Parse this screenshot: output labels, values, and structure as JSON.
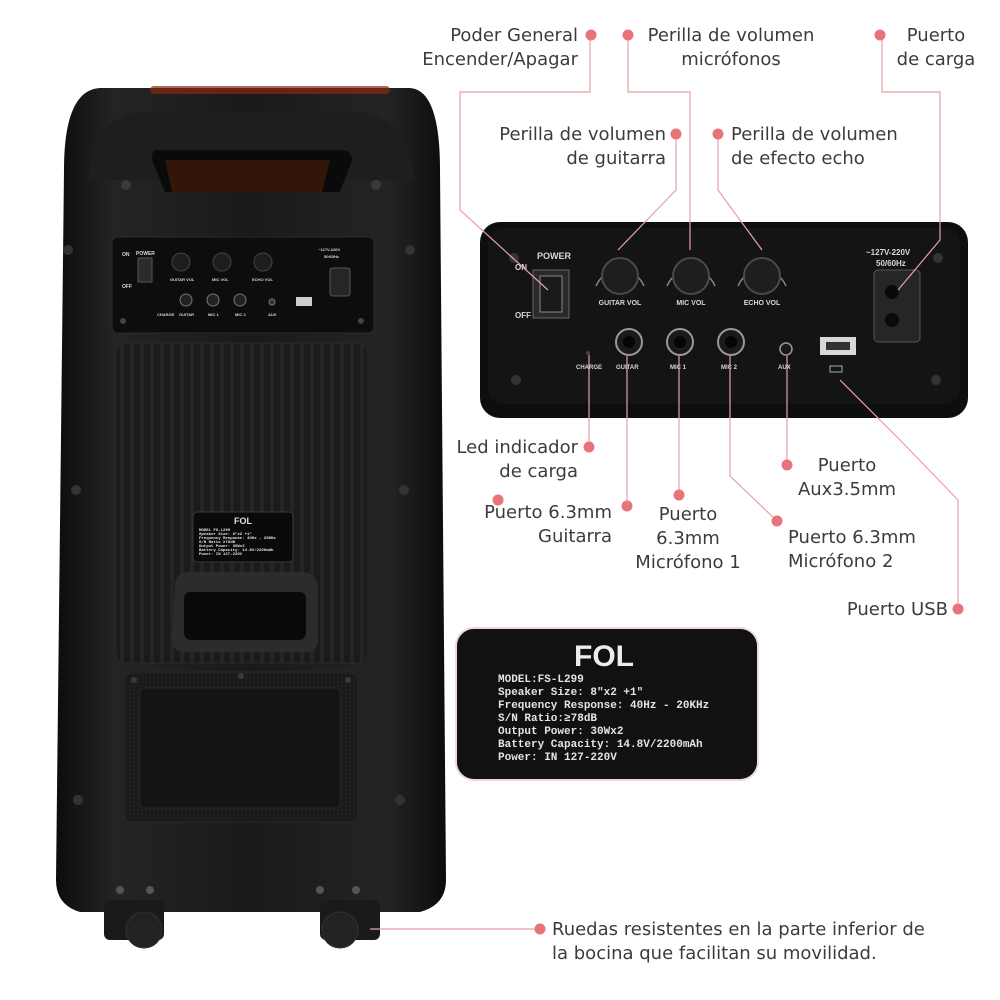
{
  "callouts": {
    "power": {
      "line1": "Poder General",
      "line2": "Encender/Apagar"
    },
    "mic_vol": {
      "line1": "Perilla de volumen",
      "line2": "micrófonos"
    },
    "charge_port": {
      "line1": "Puerto",
      "line2": "de carga"
    },
    "guitar_vol": {
      "line1": "Perilla de volumen",
      "line2": "de guitarra"
    },
    "echo_vol": {
      "line1": "Perilla de volumen",
      "line2": "de efecto echo"
    },
    "led": {
      "line1": "Led indicador",
      "line2": "de carga"
    },
    "aux": {
      "line1": "Puerto",
      "line2": "Aux3.5mm"
    },
    "guitar_port": {
      "line1": "Puerto 6.3mm",
      "line2": "Guitarra"
    },
    "mic1": {
      "line1": "Puerto",
      "line2": "6.3mm",
      "line3": "Micrófono 1"
    },
    "mic2": {
      "line1": "Puerto 6.3mm",
      "line2": "Micrófono 2"
    },
    "usb": {
      "line1": "Puerto USB"
    },
    "wheels": {
      "line1": "Ruedas resistentes en la parte inferior de",
      "line2": "la bocina que facilitan su movilidad."
    }
  },
  "panel": {
    "on": "ON",
    "off": "OFF",
    "power": "POWER",
    "guitar_vol": "GUITAR VOL",
    "mic_vol": "MIC VOL",
    "echo_vol": "ECHO VOL",
    "voltage": "~127V-220V",
    "freq": "50/60Hz",
    "charge": "CHARGE",
    "guitar": "GUITAR",
    "mic1": "MIC 1",
    "mic2": "MIC 2",
    "aux": "AUX"
  },
  "small_panel": {
    "on": "ON",
    "off": "OFF",
    "power": "POWER",
    "guitar_vol": "GUITAR VOL",
    "mic_vol": "MIC VOL",
    "echo_vol": "ECHO VOL",
    "voltage": "~127V-220V",
    "freq": "50/60Hz",
    "charge": "CHARGE",
    "guitar": "GUITAR",
    "mic1": "MIC 1",
    "mic2": "MIC 2",
    "aux": "AUX"
  },
  "nameplate": {
    "brand": "FOL",
    "lines": [
      "MODEL:FS-L299",
      "Speaker Size: 8\"x2 +1\"",
      "Frequency Response: 40Hz - 20KHz",
      "S/N Ratio:≥78dB",
      "Output Power: 30Wx2",
      "Battery Capacity: 14.8V/2200mAh",
      "Power: IN 127-220V"
    ]
  },
  "small_nameplate": {
    "brand": "FOL",
    "lines": [
      "MODEL FS-L299",
      "Speaker Size: 8\"x2 +1\"",
      "Frequency Response: 40Hz - 20KHz",
      "S/N Ratio ≥78dB",
      "Output Power: 30Wx2",
      "Battery Capacity: 14.8V/2200mAh",
      "Power: IN 127-220V"
    ]
  },
  "colors": {
    "accent": "#e8737b",
    "line": "#e8a0a5",
    "text": "#3c3c3c",
    "body": "#141414"
  }
}
